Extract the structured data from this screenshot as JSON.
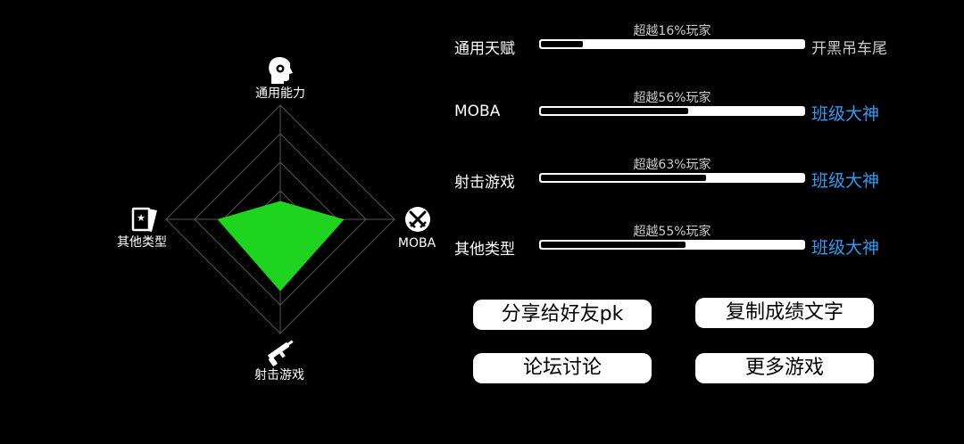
{
  "radar": {
    "axes": [
      {
        "label": "通用能力",
        "icon": "head-gear-icon",
        "value": 0.16
      },
      {
        "label": "MOBA",
        "icon": "crossed-swords-icon",
        "value": 0.56
      },
      {
        "label": "射击游戏",
        "icon": "gun-icon",
        "value": 0.63
      },
      {
        "label": "其他类型",
        "icon": "star-card-icon",
        "value": 0.55
      }
    ],
    "levels": 4,
    "fill_color": "#1ed41e",
    "grid_color": "#555555"
  },
  "stats": [
    {
      "label": "通用天赋",
      "percent_text": "超越16%玩家",
      "value": 0.16,
      "rank": "开黑吊车尾",
      "rank_level": "low"
    },
    {
      "label": "MOBA",
      "percent_text": "超越56%玩家",
      "value": 0.56,
      "rank": "班级大神",
      "rank_level": "high"
    },
    {
      "label": "射击游戏",
      "percent_text": "超越63%玩家",
      "value": 0.63,
      "rank": "班级大神",
      "rank_level": "high"
    },
    {
      "label": "其他类型",
      "percent_text": "超越55%玩家",
      "value": 0.55,
      "rank": "班级大神",
      "rank_level": "high"
    }
  ],
  "buttons": {
    "share": "分享给好友pk",
    "copy": "复制成绩文字",
    "forum": "论坛讨论",
    "more": "更多游戏"
  },
  "colors": {
    "accent": "#2a9df4",
    "low_rank": "#cccccc",
    "background": "#000000"
  }
}
